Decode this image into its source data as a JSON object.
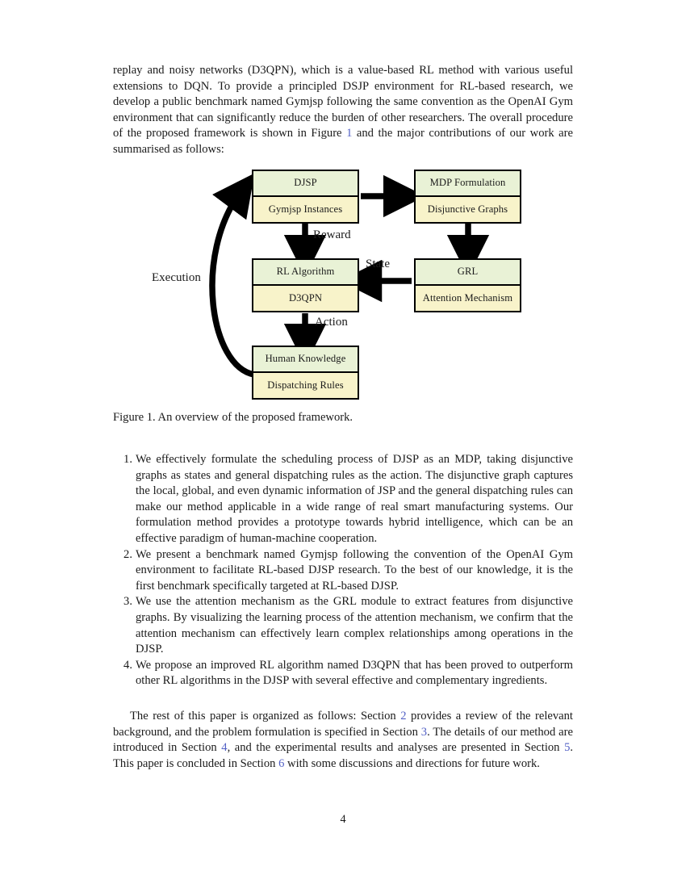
{
  "document": {
    "page_number": "4",
    "intro_paragraph": {
      "before_link": "replay and noisy networks (D3QPN), which is a value-based RL method with various useful extensions to DQN. To provide a principled DSJP environment for RL-based research, we develop a public benchmark named Gymjsp following the same convention as the OpenAI Gym environment that can significantly reduce the burden of other researchers. The overall procedure of the proposed framework is shown in Figure ",
      "link": "1",
      "after_link": " and the major contributions of our work are summarised as follows:"
    },
    "figure": {
      "caption": "Figure 1. An overview of the proposed framework.",
      "boxes": [
        {
          "id": "djsp",
          "top_label": "DJSP",
          "bottom_label": "Gymjsp Instances"
        },
        {
          "id": "mdp",
          "top_label": "MDP Formulation",
          "bottom_label": "Disjunctive Graphs"
        },
        {
          "id": "rl",
          "top_label": "RL Algorithm",
          "bottom_label": "D3QPN"
        },
        {
          "id": "grl",
          "top_label": "GRL",
          "bottom_label": "Attention Mechanism"
        },
        {
          "id": "human",
          "top_label": "Human Knowledge",
          "bottom_label": "Dispatching Rules"
        }
      ],
      "arrow_labels": {
        "execution": "Execution",
        "reward": "Reward",
        "state": "State",
        "action": "Action"
      },
      "colors": {
        "top_cell_fill": "#e9f2d6",
        "bottom_cell_fill": "#f8f3ca",
        "border": "#000000",
        "arrow": "#000000"
      }
    },
    "contributions": [
      {
        "number": "1.",
        "text": "We effectively formulate the scheduling process of DJSP as an MDP, taking disjunctive graphs as states and general dispatching rules as the action. The disjunctive graph captures the local, global, and even dynamic information of JSP and the general dispatching rules can make our method applicable in a wide range of real smart manufacturing systems. Our formulation method provides a prototype towards hybrid intelligence, which can be an effective paradigm of human-machine cooperation."
      },
      {
        "number": "2.",
        "text": "We present a benchmark named Gymjsp following the convention of the OpenAI Gym environment to facilitate RL-based DJSP research. To the best of our knowledge, it is the first benchmark specifically targeted at RL-based DJSP."
      },
      {
        "number": "3.",
        "text": "We use the attention mechanism as the GRL module to extract features from disjunctive graphs. By visualizing the learning process of the attention mechanism, we confirm that the attention mechanism can effectively learn complex relationships among operations in the DJSP."
      },
      {
        "number": "4.",
        "text": "We propose an improved RL algorithm named D3QPN that has been proved to outperform other RL algorithms in the DJSP with several effective and complementary ingredients."
      }
    ],
    "closing_paragraph": {
      "seg1": "The rest of this paper is organized as follows: Section ",
      "ref1": "2",
      "seg2": " provides a review of the relevant background, and the problem formulation is specified in Section ",
      "ref2": "3",
      "seg3": ". The details of our method are introduced in Section ",
      "ref3": "4",
      "seg4": ", and the experimental results and analyses are presented in Section ",
      "ref4": "5",
      "seg5": ". This paper is concluded in Section ",
      "ref5": "6",
      "seg6": " with some discussions and directions for future work."
    },
    "link_color": "#5361c6"
  }
}
